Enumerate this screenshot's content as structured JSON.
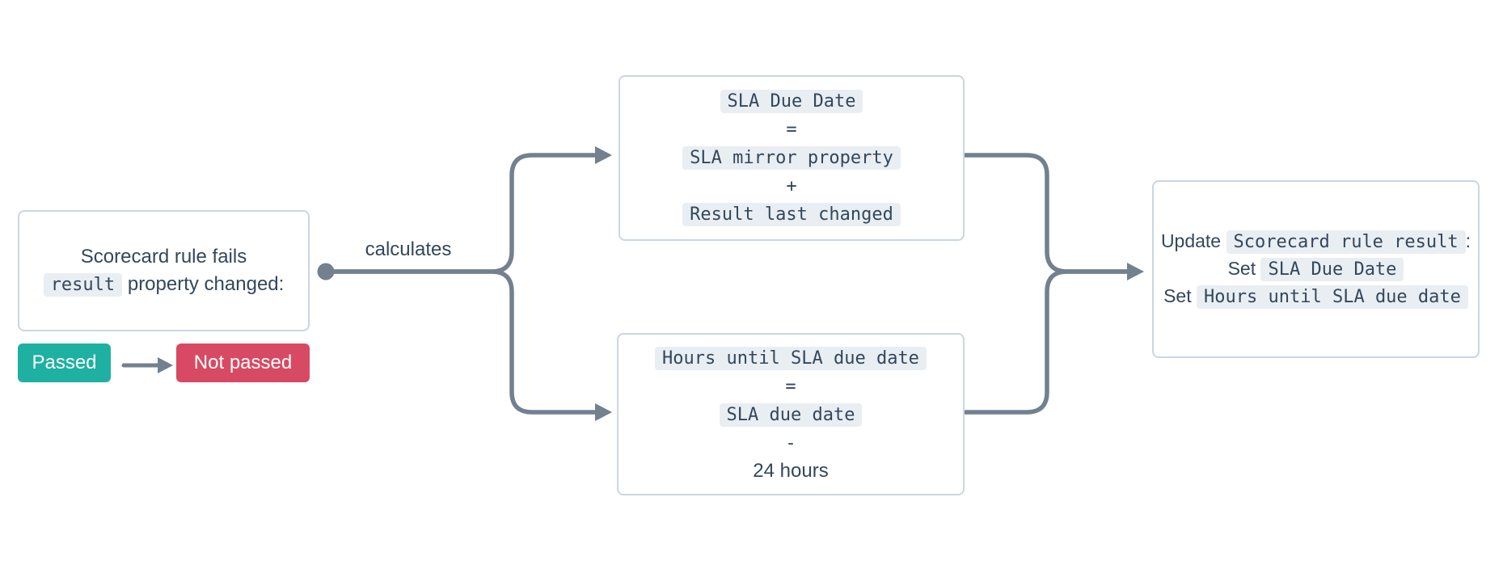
{
  "colors": {
    "text": "#33475b",
    "box_border": "#cbd6e2",
    "chip_bg": "#e9eef3",
    "connector": "#72808f",
    "passed_bg": "#1eb1a2",
    "not_passed_bg": "#d84a63",
    "badge_text": "#ffffff"
  },
  "trigger": {
    "line1": "Scorecard rule fails",
    "property_chip": "result",
    "line2_text": "property changed:"
  },
  "badges": {
    "passed": "Passed",
    "not_passed": "Not passed"
  },
  "labels": {
    "calculates": "calculates"
  },
  "sla_due_date_calc": {
    "result_chip": "SLA Due Date",
    "equals_op": "=",
    "operand1_chip": "SLA mirror property",
    "plus_op": "+",
    "operand2_chip": "Result last changed"
  },
  "hours_calc": {
    "result_chip": "Hours until SLA due date",
    "equals_op": "=",
    "operand1_chip": "SLA due date",
    "minus_op": "-",
    "operand2_text": "24 hours"
  },
  "update_action": {
    "line1_prefix": "Update",
    "line1_chip": "Scorecard rule result",
    "line1_suffix": ":",
    "line2_prefix": "Set",
    "line2_chip": "SLA Due Date",
    "line3_prefix": "Set",
    "line3_chip": "Hours until SLA due date"
  }
}
